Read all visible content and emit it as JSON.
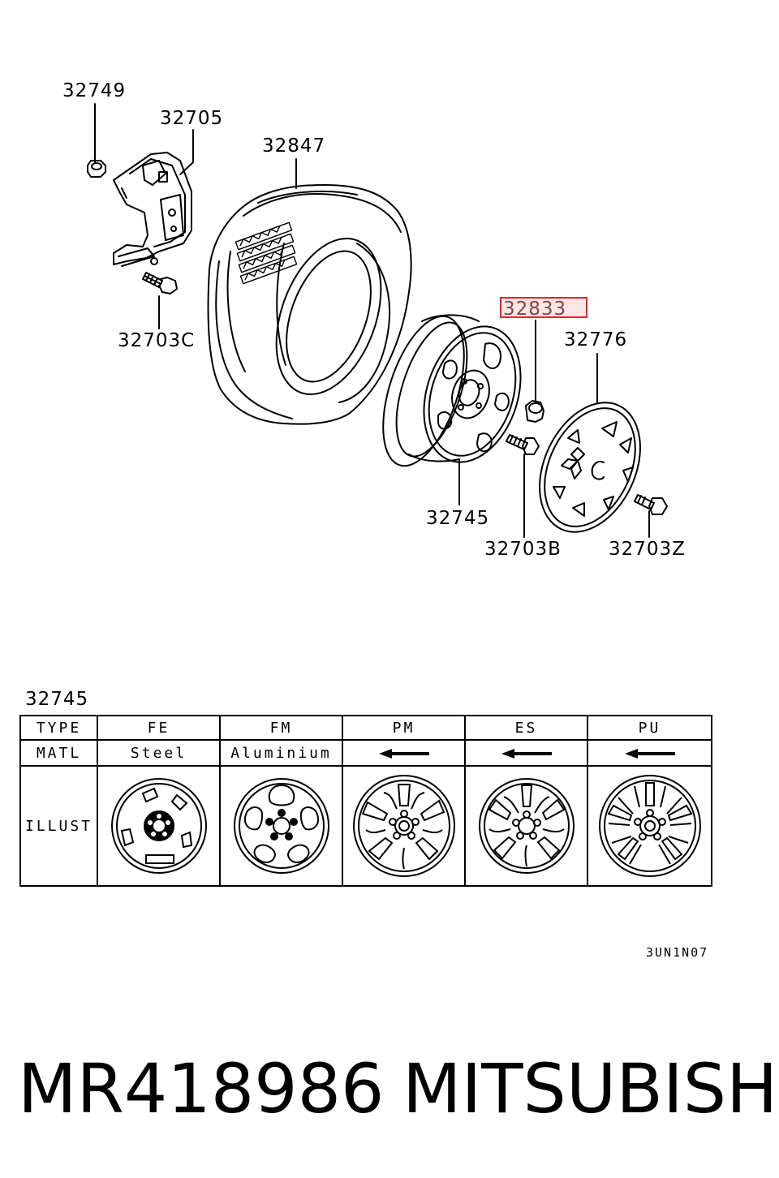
{
  "callouts": {
    "c32749": "32749",
    "c32705": "32705",
    "c32847": "32847",
    "c32703C": "32703C",
    "c32833": "32833",
    "c32776": "32776",
    "c32745": "32745",
    "c32703B": "32703B",
    "c32703Z": "32703Z"
  },
  "table": {
    "caption": "32745",
    "row_labels": {
      "type": "TYPE",
      "matl": "MATL",
      "illust": "ILLUST"
    },
    "columns": [
      {
        "type": "FE",
        "matl": "Steel",
        "wheel_icon": "steel-wheel-icon"
      },
      {
        "type": "FM",
        "matl": "Aluminium",
        "wheel_icon": "alloy-wheel-5-hole-icon"
      },
      {
        "type": "PM",
        "matl": "",
        "matl_arrow": true,
        "wheel_icon": "alloy-wheel-5-spoke-icon"
      },
      {
        "type": "ES",
        "matl": "",
        "matl_arrow": true,
        "wheel_icon": "alloy-wheel-5-spoke-icon"
      },
      {
        "type": "PU",
        "matl": "",
        "matl_arrow": true,
        "wheel_icon": "alloy-wheel-10-spoke-icon"
      }
    ]
  },
  "diagram_code": "3UN1N07",
  "footer": {
    "part_number": "MR418986",
    "brand": "MITSUBISHI"
  },
  "highlight_color": "#e0262d"
}
